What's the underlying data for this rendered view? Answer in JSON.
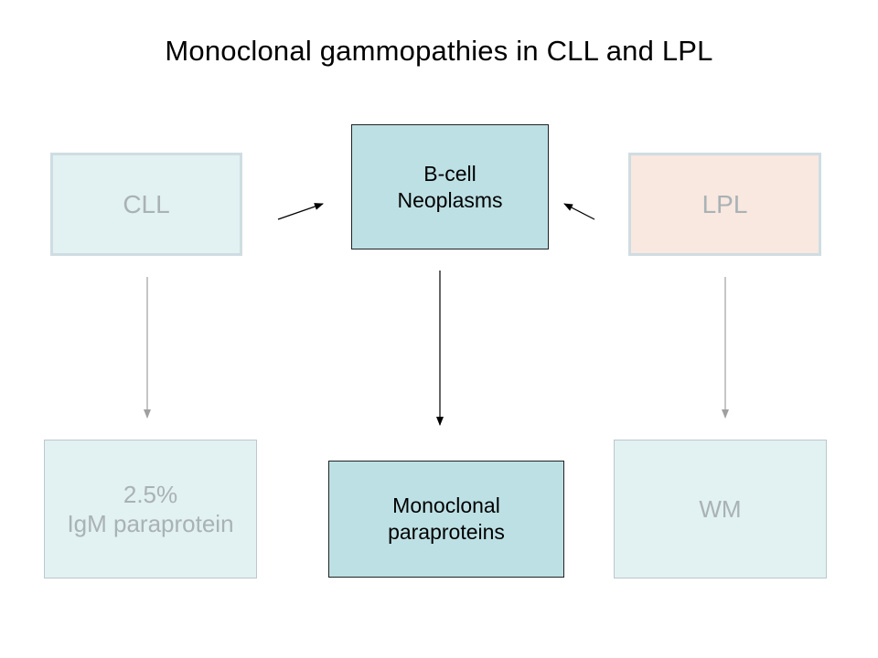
{
  "title": "Monoclonal gammopathies in CLL and LPL",
  "nodes": {
    "cll": {
      "lines": [
        "CLL"
      ]
    },
    "bcell": {
      "lines": [
        "B-cell",
        "Neoplasms"
      ]
    },
    "lpl": {
      "lines": [
        "LPL"
      ]
    },
    "igm": {
      "lines": [
        "2.5%",
        "IgM paraprotein"
      ]
    },
    "mono": {
      "lines": [
        "Monoclonal",
        "paraproteins"
      ]
    },
    "wm": {
      "lines": [
        "WM"
      ]
    }
  },
  "colors": {
    "active_fill": "#bde0e4",
    "faded_fill": "#e2f1f2",
    "lpl_fill": "#f8e8e0",
    "faded_text": "#a9b2b5",
    "faded_arrow": "#a0a0a0",
    "active_arrow": "#000000"
  }
}
